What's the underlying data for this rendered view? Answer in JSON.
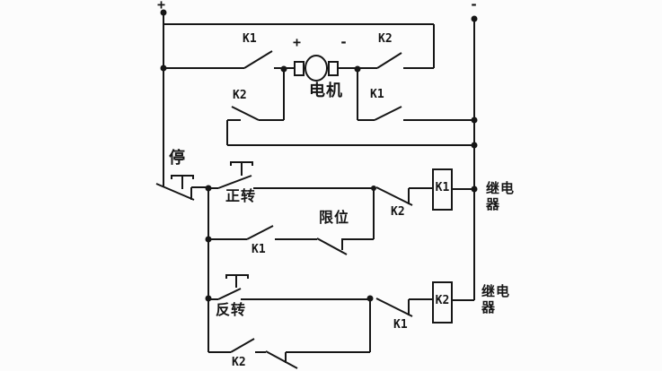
{
  "colors": {
    "background": "#fcfcfc",
    "ink": "#161616"
  },
  "terminals": {
    "positive_label": "+",
    "negative_label": "-"
  },
  "motor_circuit": {
    "k1_contact_label": "K1",
    "k2_contact_label": "K2",
    "motor_plus": "+",
    "motor_minus": "-",
    "motor_label": "电机",
    "k2_return_contact_label": "K2",
    "k1_return_contact_label": "K1"
  },
  "control_circuit": {
    "stop_button_label": "停",
    "forward_button_label": "正转",
    "forward_seal_contact_label": "K1",
    "forward_limit_label": "限位",
    "forward_interlock_label": "K2",
    "relay1_coil_label": "K1",
    "relay1_label": "继电器",
    "reverse_button_label": "反转",
    "reverse_seal_contact_label": "K2",
    "reverse_interlock_label": "K1",
    "relay2_coil_label": "K2",
    "relay2_label": "继电器"
  }
}
